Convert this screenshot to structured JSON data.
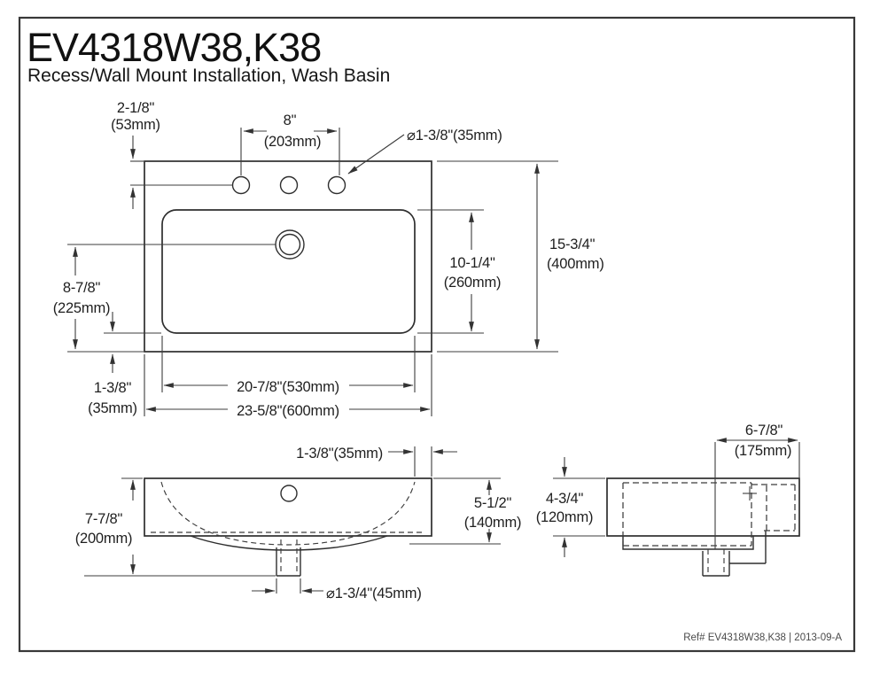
{
  "page": {
    "title": "EV4318W38,K38",
    "subtitle": "Recess/Wall Mount Installation, Wash Basin",
    "ref": "Ref# EV4318W38,K38 | 2013-09-A"
  },
  "top_view": {
    "hole_offset_in": "2-1/8\"",
    "hole_offset_mm": "(53mm)",
    "hole_spacing_in": "8\"",
    "hole_spacing_mm": "(203mm)",
    "hole_diameter": "⌀1-3/8\"(35mm)",
    "overall_depth_in": "15-3/4\"",
    "overall_depth_mm": "(400mm)",
    "bowl_depth_in": "10-1/4\"",
    "bowl_depth_mm": "(260mm)",
    "drain_to_front_in": "8-7/8\"",
    "drain_to_front_mm": "(225mm)",
    "rim_width_in": "1-3/8\"",
    "rim_width_mm": "(35mm)",
    "bowl_width": "20-7/8\"(530mm)",
    "overall_width": "23-5/8\"(600mm)"
  },
  "front_view": {
    "rim_thickness": "1-3/8\"(35mm)",
    "overall_height_in": "7-7/8\"",
    "overall_height_mm": "(200mm)",
    "basin_height_in": "5-1/2\"",
    "basin_height_mm": "(140mm)",
    "drain_diameter": "⌀1-3/4\"(45mm)"
  },
  "side_view": {
    "drain_setback_in": "6-7/8\"",
    "drain_setback_mm": "(175mm)",
    "height_in": "4-3/4\"",
    "height_mm": "(120mm)"
  }
}
